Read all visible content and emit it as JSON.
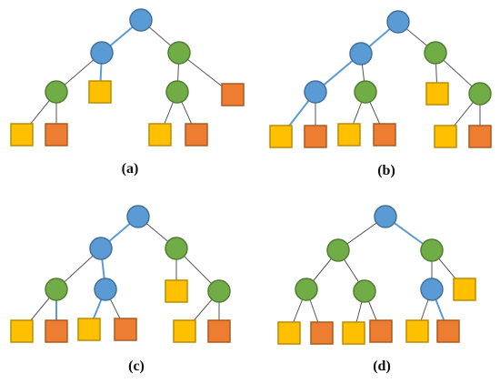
{
  "figure": {
    "colors": {
      "edge": "#555555",
      "path_edge": "#5B9BD5",
      "blue_node_fill": "#5B9BD5",
      "blue_node_stroke": "#41719C",
      "green_node_fill": "#70AD47",
      "green_node_stroke": "#507E32",
      "yellow_leaf_fill": "#FFC000",
      "yellow_leaf_stroke": "#BC8C00",
      "orange_leaf_fill": "#ED7D31",
      "orange_leaf_stroke": "#AE5A21"
    },
    "panels": [
      {
        "id": "a",
        "label": "(a)"
      },
      {
        "id": "b",
        "label": "(b)"
      },
      {
        "id": "c",
        "label": "(c)"
      },
      {
        "id": "d",
        "label": "(d)"
      }
    ]
  }
}
